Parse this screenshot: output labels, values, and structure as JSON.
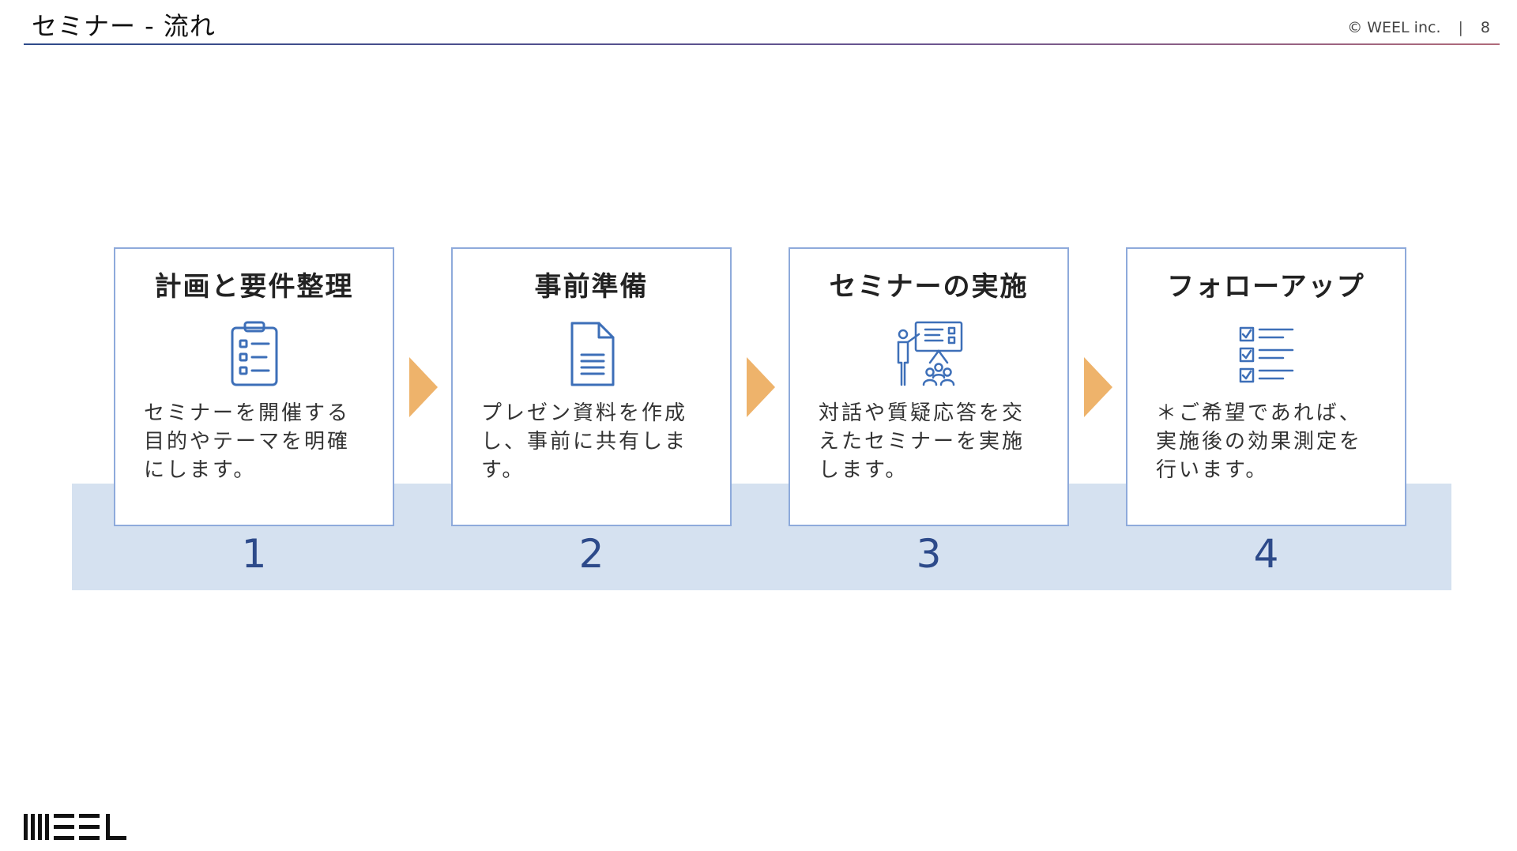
{
  "header": {
    "title": "セミナー - 流れ",
    "copyright": "© WEEL inc.",
    "separator": "|",
    "page_number": "8"
  },
  "steps": [
    {
      "title": "計画と要件整理",
      "icon": "clipboard-checklist-icon",
      "description": "セミナーを開催する目的やテーマを明確にします。",
      "number": "1"
    },
    {
      "title": "事前準備",
      "icon": "document-icon",
      "description": "プレゼン資料を作成し、事前に共有します。",
      "number": "2"
    },
    {
      "title": "セミナーの実施",
      "icon": "presenter-audience-icon",
      "description": "対話や質疑応答を交えたセミナーを実施します。",
      "number": "3"
    },
    {
      "title": "フォローアップ",
      "icon": "checklist-icon",
      "description": "＊ご希望であれば、実施後の効果測定を行います。",
      "number": "4"
    }
  ],
  "colors": {
    "card_border": "#8eaadb",
    "band": "#d5e1f0",
    "arrow": "#eeb36b",
    "number": "#2d4a8a",
    "icon": "#3d6fb8"
  },
  "logo": {
    "text": "WEEL"
  }
}
